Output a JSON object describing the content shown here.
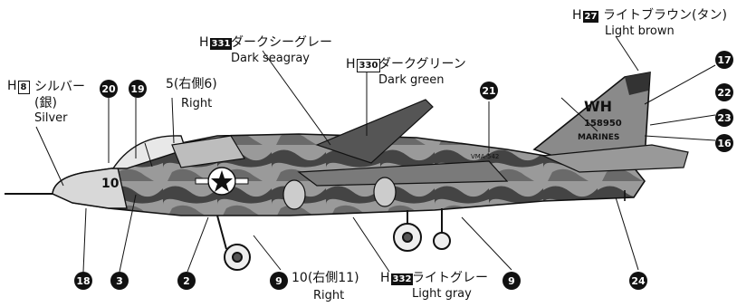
{
  "labels": {
    "silver": {
      "code": "8",
      "jp": "シルバー",
      "jp2": "(銀)",
      "en": "Silver"
    },
    "dark_seagray": {
      "code": "331",
      "jp": "ダークシーグレー",
      "en": "Dark seagray"
    },
    "dark_green": {
      "code": "330",
      "jp": "ダークグリーン",
      "en": "Dark green"
    },
    "light_brown": {
      "code": "27",
      "jp": "ライトブラウン(タン)",
      "en": "Light brown"
    },
    "light_gray": {
      "code": "332",
      "jp": "ライトグレー",
      "en": "Light gray"
    },
    "part5": {
      "jp": "5(右側6)",
      "en": "Right"
    },
    "part10": {
      "jp": "10(右側11)",
      "en": "Right"
    }
  },
  "h_prefix": "H",
  "callouts": {
    "c20": "20",
    "c19": "19",
    "c21": "21",
    "c17": "17",
    "c22": "22",
    "c23": "23",
    "c16": "16",
    "c18": "18",
    "c3": "3",
    "c2": "2",
    "c9a": "9",
    "c9b": "9",
    "c24": "24"
  },
  "aircraft_markings": {
    "tail_code": "WH",
    "serial": "158950",
    "service": "MARINES",
    "squadron": "VMA-542",
    "modex": "10"
  }
}
